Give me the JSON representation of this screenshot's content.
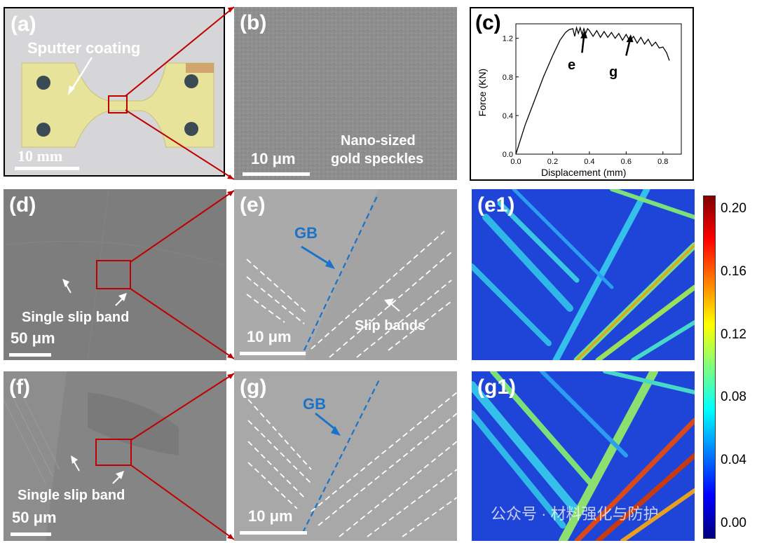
{
  "panels": {
    "a": {
      "label": "(a)",
      "annotation": "Sputter coating",
      "scale": "10 mm"
    },
    "b": {
      "label": "(b)",
      "annotation_line1": "Nano-sized",
      "annotation_line2": "gold speckles",
      "scale": "10 μm"
    },
    "c": {
      "label": "(c)",
      "marker_e": "e",
      "marker_g": "g"
    },
    "d": {
      "label": "(d)",
      "annotation": "Single slip band",
      "scale": "50 μm"
    },
    "e": {
      "label": "(e)",
      "gb": "GB",
      "annotation": "Slip bands",
      "scale": "10 μm"
    },
    "e1": {
      "label": "(e1)"
    },
    "f": {
      "label": "(f)",
      "annotation": "Single slip band",
      "scale": "50 μm"
    },
    "g": {
      "label": "(g)",
      "gb": "GB",
      "scale": "10 μm"
    },
    "g1": {
      "label": "(g1)"
    }
  },
  "colorbar": {
    "ticks": [
      "0.20",
      "0.16",
      "0.12",
      "0.08",
      "0.04",
      "0.00"
    ],
    "colors": [
      "#00007f",
      "#0000ff",
      "#007fff",
      "#00ffff",
      "#7fff7f",
      "#ffff00",
      "#ff7f00",
      "#ff0000",
      "#7f0000"
    ]
  },
  "watermark": "公众号 · 材料强化与防护",
  "chart_data": {
    "type": "line",
    "xlabel": "Displacement (mm)",
    "ylabel": "Force (KN)",
    "xlim": [
      0.0,
      0.9
    ],
    "ylim": [
      0.0,
      1.35
    ],
    "xticks": [
      "0.0",
      "0.2",
      "0.4",
      "0.6",
      "0.8"
    ],
    "yticks": [
      "0.0",
      "0.4",
      "0.8",
      "1.2"
    ],
    "series": [
      {
        "x": [
          0.0,
          0.02,
          0.05,
          0.1,
          0.15,
          0.2,
          0.24,
          0.27,
          0.29,
          0.31,
          0.32,
          0.33,
          0.34,
          0.35,
          0.36,
          0.37,
          0.38,
          0.39,
          0.4,
          0.42,
          0.44,
          0.46,
          0.48,
          0.5,
          0.52,
          0.54,
          0.56,
          0.58,
          0.6,
          0.62,
          0.64,
          0.66,
          0.68,
          0.7,
          0.72,
          0.74,
          0.76,
          0.78,
          0.8,
          0.82,
          0.835
        ],
        "y": [
          0.0,
          0.12,
          0.3,
          0.55,
          0.8,
          1.02,
          1.18,
          1.26,
          1.29,
          1.3,
          1.22,
          1.31,
          1.25,
          1.31,
          1.24,
          1.3,
          1.25,
          1.3,
          1.28,
          1.22,
          1.28,
          1.21,
          1.27,
          1.21,
          1.26,
          1.2,
          1.25,
          1.18,
          1.24,
          1.17,
          1.22,
          1.15,
          1.21,
          1.14,
          1.19,
          1.12,
          1.16,
          1.1,
          1.11,
          1.05,
          0.97
        ]
      }
    ]
  }
}
